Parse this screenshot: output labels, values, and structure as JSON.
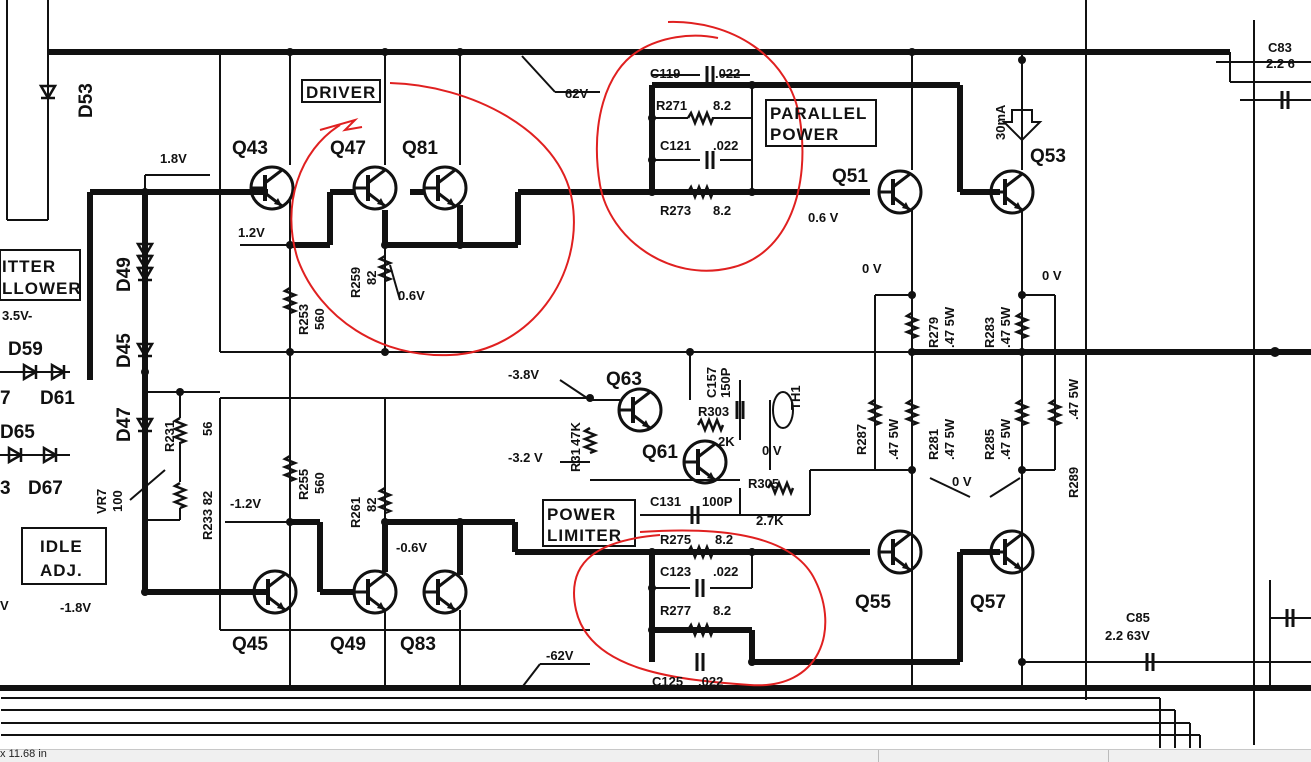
{
  "labels": {
    "driver": "DRIVER",
    "parallel_1": "PARALLEL",
    "parallel_2": "POWER",
    "power_1": "POWER",
    "power_2": "LIMITER",
    "idle_1": "IDLE",
    "idle_2": "ADJ.",
    "emitter_1": "ITTER",
    "emitter_2": "LLOWER",
    "emitter_3": "3.5V-"
  },
  "transistors": {
    "q43": "Q43",
    "q47": "Q47",
    "q81": "Q81",
    "q45": "Q45",
    "q49": "Q49",
    "q83": "Q83",
    "q63": "Q63",
    "q61": "Q61",
    "q51": "Q51",
    "q53": "Q53",
    "q55": "Q55",
    "q57": "Q57"
  },
  "diodes": {
    "d53": "D53",
    "d49": "D49",
    "d45": "D45",
    "d47": "D47",
    "d59": "D59",
    "d61": "D61",
    "d65": "D65",
    "d67": "D67"
  },
  "components": {
    "c119": "C119",
    "c119_val": ".022",
    "r271": "R271",
    "r271_val": "8.2",
    "c121": "C121",
    "c121_val": ".022",
    "r273": "R273",
    "r273_val": "8.2",
    "c83": "C83",
    "c83_val": "2.2 6",
    "c85": "C85",
    "c85_val": "2.2 63V",
    "r253": "R253",
    "r253_val": "560",
    "r259": "R259",
    "r259_val": "82",
    "r255": "R255",
    "r255_val": "560",
    "r261": "R261",
    "r261_val": "82",
    "r231": "R231",
    "r231_val": "56",
    "r233": "R233 82",
    "vr7": "VR7",
    "vr7_val": "100",
    "r279": "R279",
    "r279_val": ".47 5W",
    "r283": "R283",
    "r283_val": ".47 5W",
    "r281": "R281",
    "r281_val": ".47 5W",
    "r285": "R285",
    "r285_val": ".47 5W",
    "r287": "R287",
    "r287_val": ".47 5W",
    "r289": "R289",
    "r289_val": ".47 5W",
    "c157": "C157",
    "c157_val": "150P",
    "r303": "R303",
    "r303_val": "2K",
    "th1": "TH1",
    "r305": "R305",
    "r305_val": "2.7K",
    "r313": "R31",
    "r313_val": "47K",
    "c131": "C131",
    "c131_val": "100P",
    "r275": "R275",
    "r275_val": "8.2",
    "c123": "C123",
    "c123_val": ".022",
    "r277": "R277",
    "r277_val": "8.2",
    "c125": "C125",
    "c125_val": ".022",
    "ma30": "30mA"
  },
  "voltages": {
    "v18": "1.8V",
    "v12": "1.2V",
    "v06a": "0.6V",
    "v62": "62V",
    "v06b": "0.6 V",
    "v0a": "0 V",
    "v0b": "0 V",
    "v38": "-3.8V",
    "v32": "-3.2 V",
    "v0c": "0 V",
    "v0d": "0 V",
    "vm12": "-1.2V",
    "vm06": "-0.6V",
    "vm18": "-1.8V",
    "vm62": "-62V",
    "v7": "7",
    "v3": "3",
    "v_v": "V"
  },
  "statusbar": {
    "text": "x 11.68 in"
  }
}
